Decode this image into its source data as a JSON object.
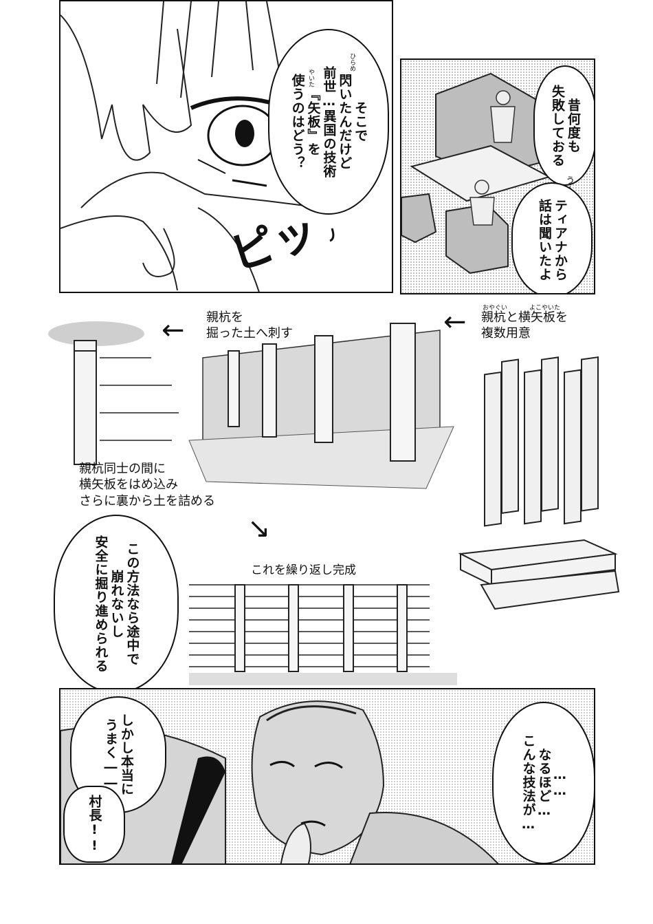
{
  "panels": {
    "p1": {
      "bubble_lines": [
        "そこで",
        "閃いたんだけど",
        "前世…異国の技術",
        "『矢板』を",
        "使うのはどう？"
      ],
      "ruby": [
        "ひらめ",
        "やいた"
      ],
      "sfx": "ピッ"
    },
    "p2": {
      "bubble1_lines": [
        "昔何度も",
        "失敗しておる"
      ],
      "aside": "うん",
      "bubble2_lines": [
        "ティアナから",
        "話は聞いたよ"
      ]
    },
    "p3": {
      "top_right_caption": [
        "親杭と横矢板を",
        "複数用意"
      ],
      "ruby": [
        "おやぐい",
        "よこやいた"
      ],
      "top_left_caption": [
        "親杭を",
        "掘った土へ刺す"
      ],
      "mid_caption": [
        "親杭同士の間に",
        "横矢板をはめ込み",
        "さらに裏から土を詰める"
      ],
      "bottom_caption": "これを繰り返し完成",
      "bubble_lines": [
        "この方法なら途中で",
        "崩れないし",
        "安全に掘り進められる"
      ]
    },
    "p4": {
      "bubble1_lines": [
        "しかし本当に",
        "うまく――"
      ],
      "bubble2_lines": [
        "村長!!"
      ],
      "bubble3_lines": [
        "……",
        "なるほど…",
        "こんな技法が…"
      ]
    }
  }
}
